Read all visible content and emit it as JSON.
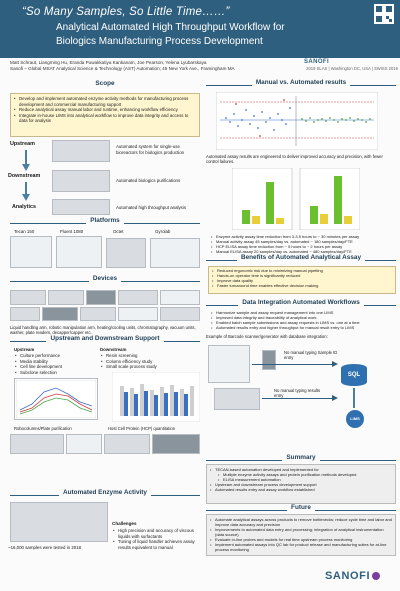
{
  "header": {
    "title": "“So Many Samples, So Little Time……”",
    "subtitle_line1": "Analytical Automated High Throughput Workflow for",
    "subtitle_line2": "Biologics Manufacturing Process Development"
  },
  "authors": {
    "names": "Matt Schraut, Liangming Hu, Eranda Puwakkatiya Kankanam, Joe Pearson, Yelena Lyubarskaya",
    "affiliation": "Sanofi – Global MSAT Analytical Science & Technology (AST) Automation; 45 New York Ave., Framingham MA",
    "conference": "2019 SLAS | Washington DC, USA | SWISS 2019",
    "logo": "SANOFI"
  },
  "scope": {
    "title": "Scope",
    "bullets": [
      "Develop and implement automated enzyme activity methods for manufacturing process development and commercial manufacturing support",
      "Reduce analytical assay manual labor and runtime, enhancing workflow efficiency",
      "Integrate in-house LIMS into analytical workflow to improve data integrity and access to data for analysis"
    ],
    "flow": {
      "upstream": "Upstream",
      "downstream": "Downstream",
      "analytics": "Analytics",
      "upstream_desc": "Automated system for single-use bioreactors for biologics production",
      "downstream_desc": "Automated biologics purifications",
      "analytics_desc": "Automated high throughput analysis"
    }
  },
  "platforms": {
    "title": "Platforms",
    "items": [
      "Tecan 150",
      "Fluent 1080",
      "Octet",
      "Gyrolab"
    ]
  },
  "devices": {
    "title": "Devices",
    "caption": "Liquid handling arm, robotic manipulation arm, heating/cooling units, chromatography, vacuum units, washer, plate readers, decapper/capper etc."
  },
  "support": {
    "title": "Upstream and Downstream Support",
    "upstream_head": "Upstream",
    "upstream_items": [
      "Culture performance",
      "Media stability",
      "Cell line development",
      "Subclone selection"
    ],
    "downstream_head": "Downstream",
    "downstream_items": [
      "Resin screening",
      "Column efficiency study",
      "Small scale process study"
    ],
    "caption_left": "Robocolumns/Plate purification",
    "caption_right": "Host Cell Protein (HCP) quantitation"
  },
  "enzyme": {
    "title": "Automated Enzyme Activity",
    "challenges_head": "Challenges",
    "challenges": [
      "High precision and accuracy of viscous liquids with surfactants",
      "Tuning of liquid handler achieves assay results equivalent to manual"
    ],
    "footnote": "~16,000 samples were tested in 2018"
  },
  "manual_vs_auto": {
    "title": "Manual vs. Automated results",
    "caption": "Automated assay results are engineered to deliver improved accuracy and precision, with fewer control failures.",
    "bullets": [
      "Enzyme activity assay time reduction from 3-3.5 hours to ~ 30 minutes per assay",
      "Manual activity assay 45 samples/day vs. automated ~ 180 samples/day/FTE",
      "HCP ELISA assay time reduction from ~ 5 hours  to  ~ 2 hours per assay",
      "Manual ELISA assay 20 samples/day vs. automated ~ 480 samples/day/FTE"
    ]
  },
  "benefits": {
    "title": "Benefits of Automated Analytical Assay",
    "bullets": [
      "Reduced ergonomic risk due to minimizing manual pipetting",
      "Hands-on operator time is significantly reduced",
      "Improve data quality",
      "Faster turnaround time enables effective decision making"
    ]
  },
  "integration": {
    "title": "Data Integration Automated Workflows",
    "bullets": [
      "Harmonize sample and assay request management into one LIMS",
      "Improved data integrity and traceability of analytical work",
      "Enabled batch sample submissions and assay requests in LIMS vs. one at a time",
      "Automated results entry and higher throughput for manual result entry to LIMS"
    ],
    "example": "Example of Barcode scanner/generator with database integration:",
    "label_sample": "No manual typing Sample ID entry",
    "label_results": "No manual typing results entry",
    "sql": "SQL",
    "lims": "LIMS"
  },
  "summary": {
    "title": "Summary",
    "bullets": [
      "TECAN-based automation developed and implemented for",
      "Upstream and downstream process development support",
      "Automated results entry and assay workflow established"
    ],
    "sub_bullets": [
      "Multiple enzyme activity assays and protein purification methods developed",
      "ELISA measurement automation"
    ]
  },
  "future": {
    "title": "Future",
    "bullets": [
      "Automate analytical assays across products to remove bottlenecks; reduce cycle time and labor and improve data accuracy and precision",
      "Improvements to automated data entry and processing; integration of analytical instrumentation (data source)",
      "Evaluate in-line probes and models for real time upstream process monitoring",
      "Implement automated assays into QC lab for product release and manufacturing suites for at-line process monitoring"
    ]
  },
  "footer": {
    "logo": "SANOFI"
  },
  "colors": {
    "header": "#2f5f7e",
    "accent_box": "#fff6cf",
    "series_green": "#6cbf2f",
    "series_yellow": "#e8cf3a",
    "sql_blue": "#2f70b0"
  },
  "icons": [
    "qr-code-icon",
    "arrow-down-icon",
    "arrow-right-icon",
    "database-icon",
    "lims-icon"
  ]
}
